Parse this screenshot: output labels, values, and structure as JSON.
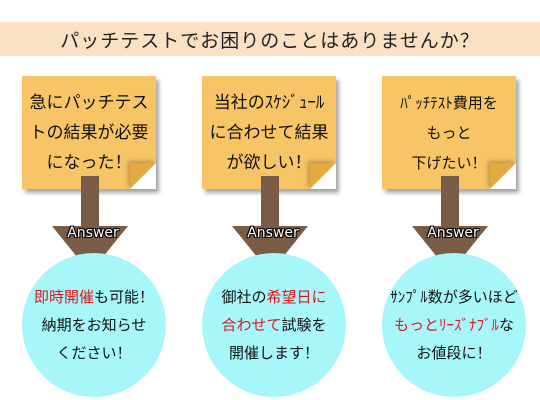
{
  "banner": {
    "text": "パッチテストでお困りのことはありませんか？"
  },
  "answer_label": "Answer",
  "columns": [
    {
      "note": "急にパッチテス\nトの結果が必要\nになった！",
      "answer": {
        "red": "即時開催",
        "line1_rest": "も可能！",
        "line2": "納期をお知らせ",
        "line3": "ください！"
      }
    },
    {
      "note": "当社のｽｹｼﾞｭｰﾙ\nに合わせて結果\nが欲しい！",
      "answer": {
        "line1": "御社の",
        "line1_red": "希望日に",
        "line2_red": "合わせて",
        "line2_rest": "試験を",
        "line3": "開催します！"
      }
    },
    {
      "note": "ﾊﾟｯﾁﾃｽﾄ費用を\nもっと\n下げたい！",
      "answer": {
        "line1": "ｻﾝﾌﾟﾙ数が多いほど",
        "line2_red": "もっとﾘｰｽﾞﾅﾌﾞﾙ",
        "line2_rest": "な",
        "line3": "お値段に！"
      }
    }
  ],
  "colors": {
    "banner": "#fbe1c4",
    "note": "#f7c566",
    "arrow": "#7a5b45",
    "circle": "#a7f6fa",
    "highlight": "#e0161b"
  }
}
